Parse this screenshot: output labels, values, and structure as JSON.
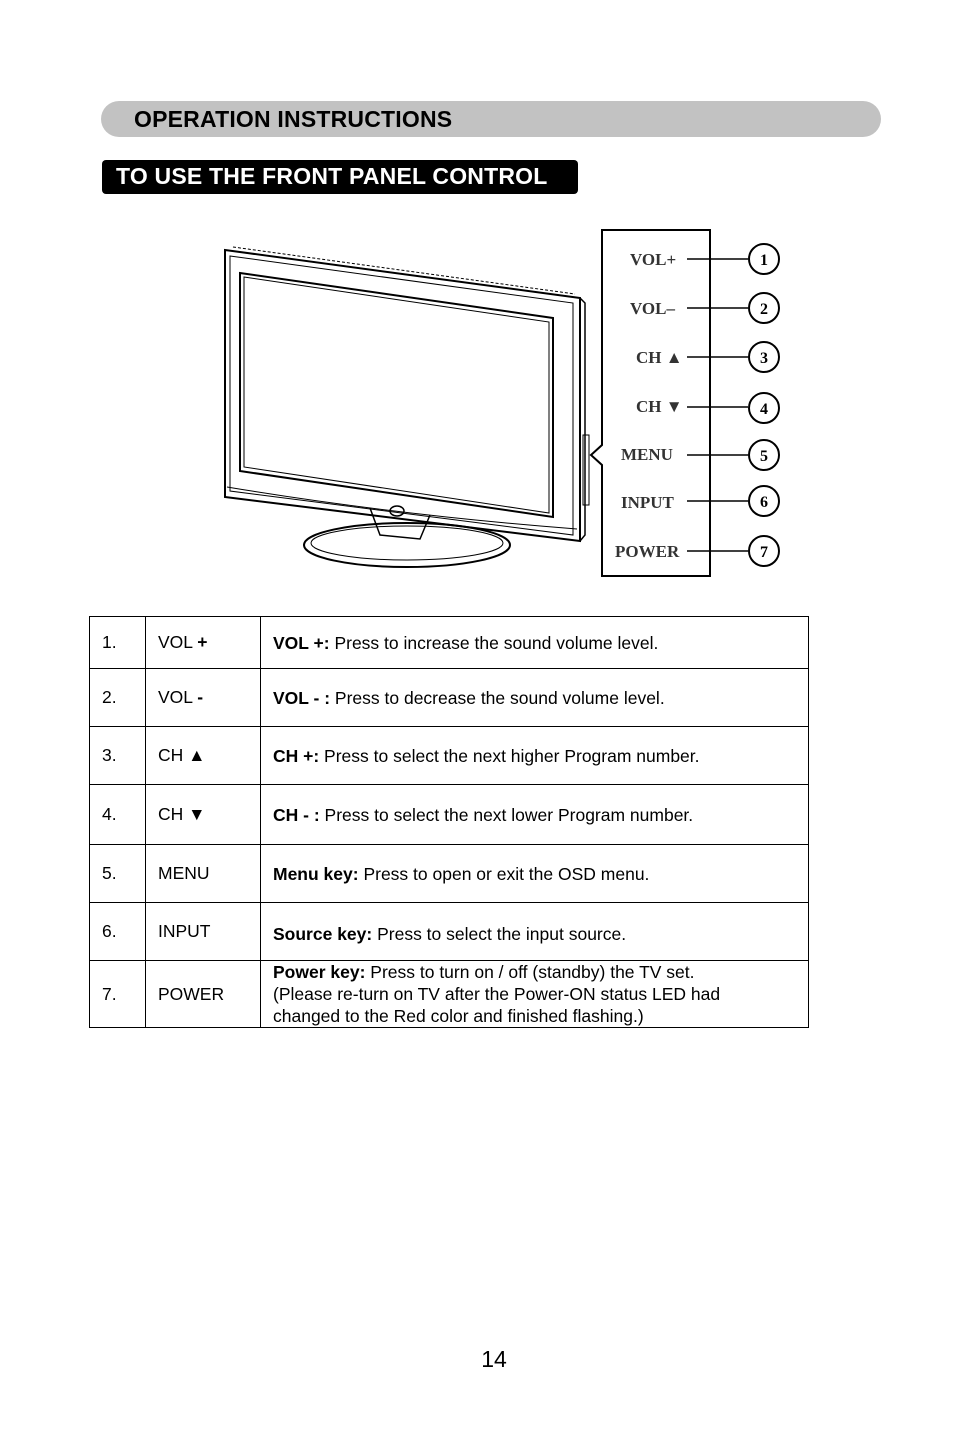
{
  "header": {
    "section_title": "OPERATION INSTRUCTIONS",
    "subsection_title": "TO USE THE FRONT PANEL CONTROL"
  },
  "diagram": {
    "buttons": [
      {
        "label": "VOL+",
        "number": "1"
      },
      {
        "label": "VOL–",
        "number": "2"
      },
      {
        "label": "CH ▲",
        "number": "3"
      },
      {
        "label": "CH ▼",
        "number": "4"
      },
      {
        "label": "MENU",
        "number": "5"
      },
      {
        "label": "INPUT",
        "number": "6"
      },
      {
        "label": "POWER",
        "number": "7"
      }
    ]
  },
  "table": {
    "rows": [
      {
        "num": "1.",
        "key": "VOL",
        "key_bold": "+",
        "desc_bold": "VOL +:",
        "desc": " Press to increase the sound volume level.",
        "desc2": "",
        "desc3": ""
      },
      {
        "num": "2.",
        "key": "VOL",
        "key_bold": "-",
        "desc_bold": "VOL - :",
        "desc": " Press to decrease the sound volume level.",
        "desc2": "",
        "desc3": ""
      },
      {
        "num": "3.",
        "key": "CH ▲",
        "key_bold": "",
        "desc_bold": "CH +:",
        "desc": " Press to select the next higher Program number.",
        "desc2": "",
        "desc3": ""
      },
      {
        "num": "4.",
        "key": "CH ▼",
        "key_bold": "",
        "desc_bold": "CH - :",
        "desc": " Press to select the next lower Program number.",
        "desc2": "",
        "desc3": ""
      },
      {
        "num": "5.",
        "key": "MENU",
        "key_bold": "",
        "desc_bold": "Menu key:",
        "desc": " Press to open or exit the OSD menu.",
        "desc2": "",
        "desc3": ""
      },
      {
        "num": "6.",
        "key": "INPUT",
        "key_bold": "",
        "desc_bold": "Source key:",
        "desc": " Press to select the input source.",
        "desc2": "",
        "desc3": ""
      },
      {
        "num": "7.",
        "key": "POWER",
        "key_bold": "",
        "desc_bold": "Power key:",
        "desc": " Press to turn on / off (standby) the TV set.",
        "desc2": "(Please re-turn on TV after the Power-ON status LED had",
        "desc3": "changed to the Red color and finished flashing.)"
      }
    ]
  },
  "footer": {
    "page_number": "14"
  }
}
